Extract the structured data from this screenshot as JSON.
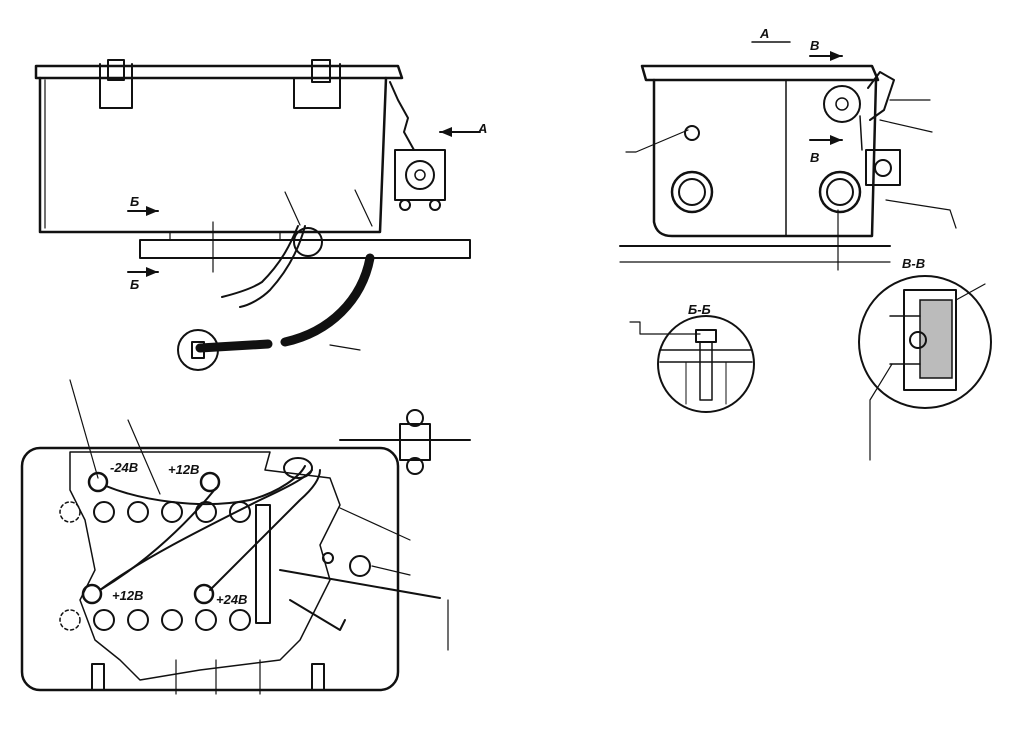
{
  "labels": {
    "view_a": "А",
    "view_b_upper": "Б",
    "view_b_lower": "Б",
    "view_v_upper": "В",
    "view_v_lower": "В",
    "section_bb": "Б-Б",
    "section_vv": "В-В",
    "terminal_minus24": "-24В",
    "terminal_plus12_top": "+12В",
    "terminal_plus12_bottom": "+12В",
    "terminal_plus24": "+24В"
  }
}
